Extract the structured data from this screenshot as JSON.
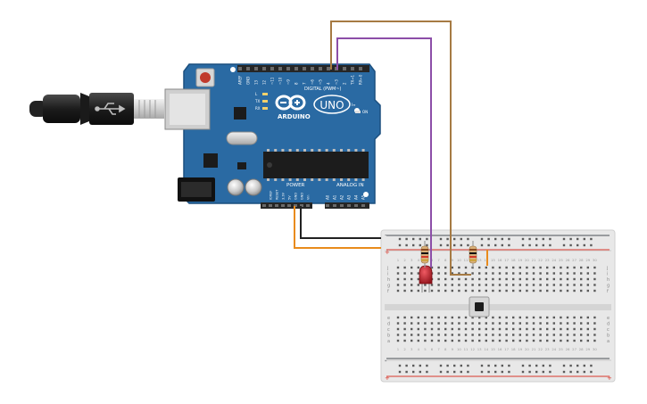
{
  "arduino": {
    "brand_label": "ARDUINO",
    "model_label": "UNO",
    "digital_header": "DIGITAL (PWM~)",
    "power_header": "POWER",
    "analog_header": "ANALOG IN",
    "top_pin_labels": [
      "AREF",
      "GND",
      "13",
      "12",
      "~11",
      "~10",
      "~9",
      "8",
      "7",
      "~6",
      "~5",
      "4",
      "~3",
      "2",
      "TX→1",
      "RX←0"
    ],
    "power_pin_labels": [
      "IOREF",
      "RESET",
      "3.3V",
      "5V",
      "GND",
      "GND",
      "Vin"
    ],
    "analog_pin_labels": [
      "A0",
      "A1",
      "A2",
      "A3",
      "A4",
      "A5"
    ],
    "led_labels": [
      "L",
      "TX",
      "RX"
    ],
    "on_label": "ON",
    "on_icon_label": "I∞"
  },
  "breadboard": {
    "row_letters_top": [
      "j",
      "i",
      "h",
      "g",
      "f"
    ],
    "row_letters_bottom": [
      "e",
      "d",
      "c",
      "b",
      "a"
    ],
    "column_count": 30,
    "rail_plus": "+",
    "rail_minus": "-"
  },
  "colors": {
    "board_blue": "#2a6aa3",
    "wire_brown": "#a67a43",
    "wire_purple": "#8c4ea8",
    "wire_orange": "#e98b1c",
    "wire_black": "#222222",
    "rail_red": "#d9372c",
    "rail_blue": "#4a4f56",
    "led_red": "#b8202a"
  }
}
